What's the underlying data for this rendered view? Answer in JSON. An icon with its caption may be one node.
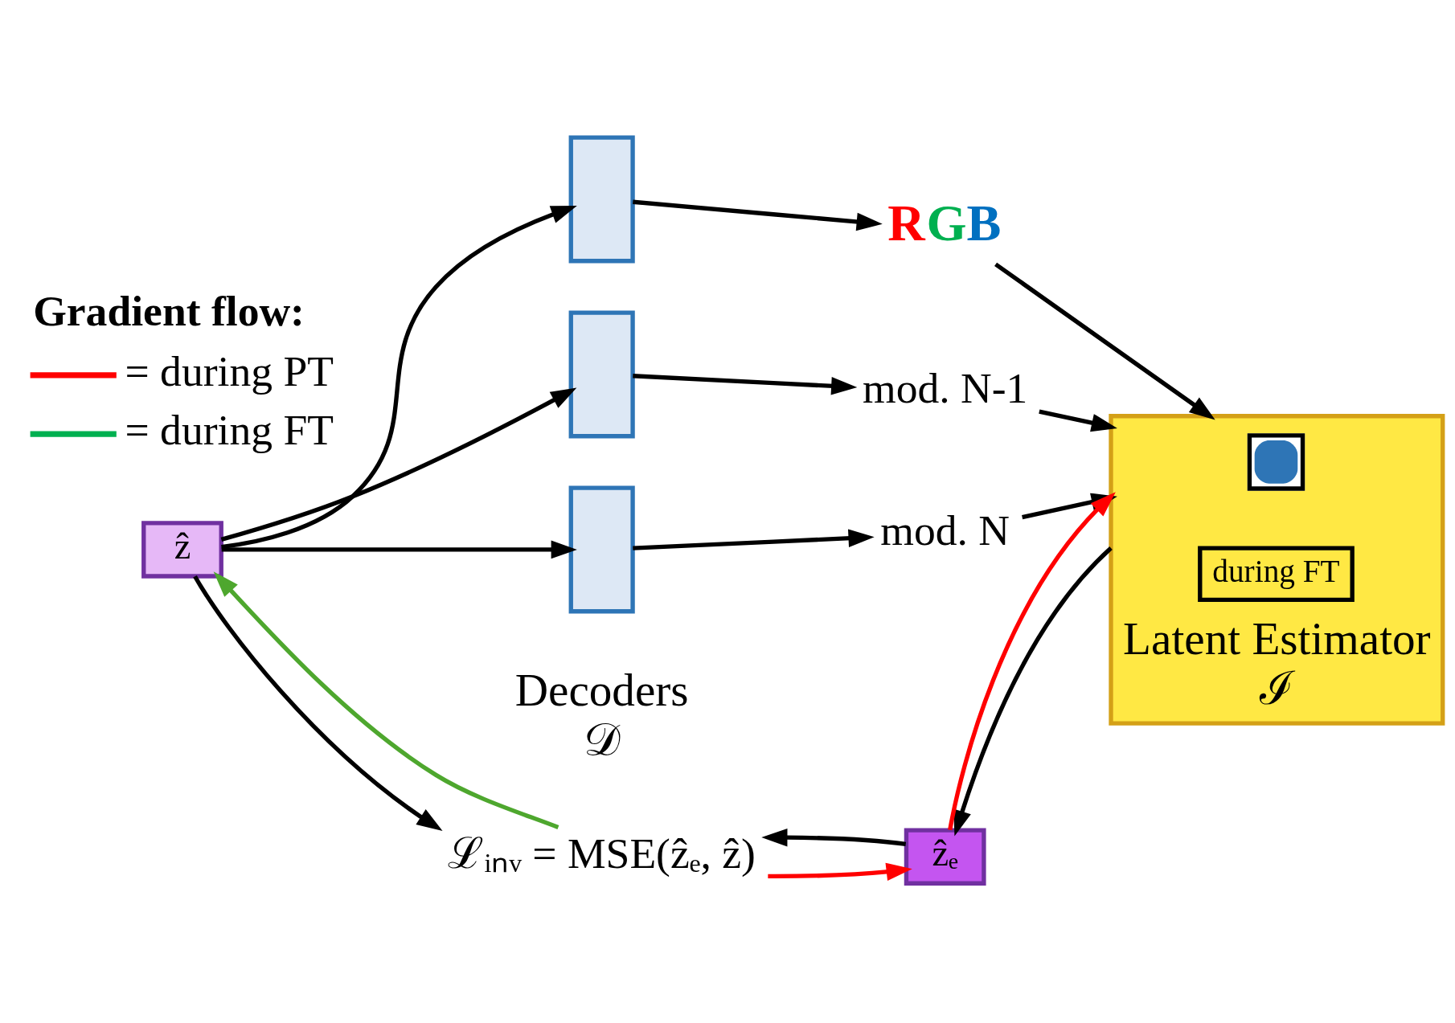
{
  "diagram": {
    "nodes": [
      {
        "text": [
          "ẑ"
        ]
      },
      {
        "text": [],
        "shape": "box"
      },
      {
        "text": [],
        "shape": "box"
      },
      {
        "text": [],
        "shape": "box"
      },
      {
        "text": [
          "RGB"
        ]
      },
      {
        "text": [
          "mod. N-1"
        ]
      },
      {
        "text": [
          "mod. N"
        ]
      },
      {
        "text": [
          "Latent Estimator",
          "ℐ"
        ]
      },
      {
        "text": [],
        "shape": "snowflake",
        "in": 7
      },
      {
        "text": [
          "during FT"
        ],
        "in": 7
      },
      {
        "text": [
          "ẑₑ"
        ]
      },
      {
        "text": [
          "ℒᵢₙᵥ = MSE(ẑₑ, ẑ)"
        ]
      }
    ],
    "edges": [
      {
        "from": 0,
        "to": 1,
        "arrow": "to"
      },
      {
        "from": 0,
        "to": 2,
        "arrow": "to"
      },
      {
        "from": 0,
        "to": 3,
        "arrow": "to"
      },
      {
        "from": 1,
        "to": 4,
        "arrow": "to"
      },
      {
        "from": 2,
        "to": 5,
        "arrow": "to"
      },
      {
        "from": 3,
        "to": 6,
        "arrow": "to"
      },
      {
        "from": 4,
        "to": 7,
        "arrow": "to"
      },
      {
        "from": 5,
        "to": 7,
        "arrow": "to"
      },
      {
        "from": 6,
        "to": 7,
        "arrow": "to"
      },
      {
        "from": 7,
        "to": 10,
        "arrow": "to"
      },
      {
        "from": 10,
        "to": 7,
        "arrow": "to",
        "color": "#ff0000"
      },
      {
        "from": 0,
        "to": 11,
        "arrow": "to"
      },
      {
        "from": 11,
        "to": 0,
        "arrow": "to",
        "color": "#4ea72e"
      },
      {
        "from": 10,
        "to": 11,
        "arrow": "to"
      },
      {
        "from": 11,
        "to": 10,
        "arrow": "to",
        "color": "#ff0000"
      }
    ],
    "labels": [
      "Decoders",
      "𝒟",
      "Gradient flow:"
    ],
    "legend": [
      {
        "text": "= during PT"
      },
      {
        "text": "= during FT"
      }
    ]
  }
}
